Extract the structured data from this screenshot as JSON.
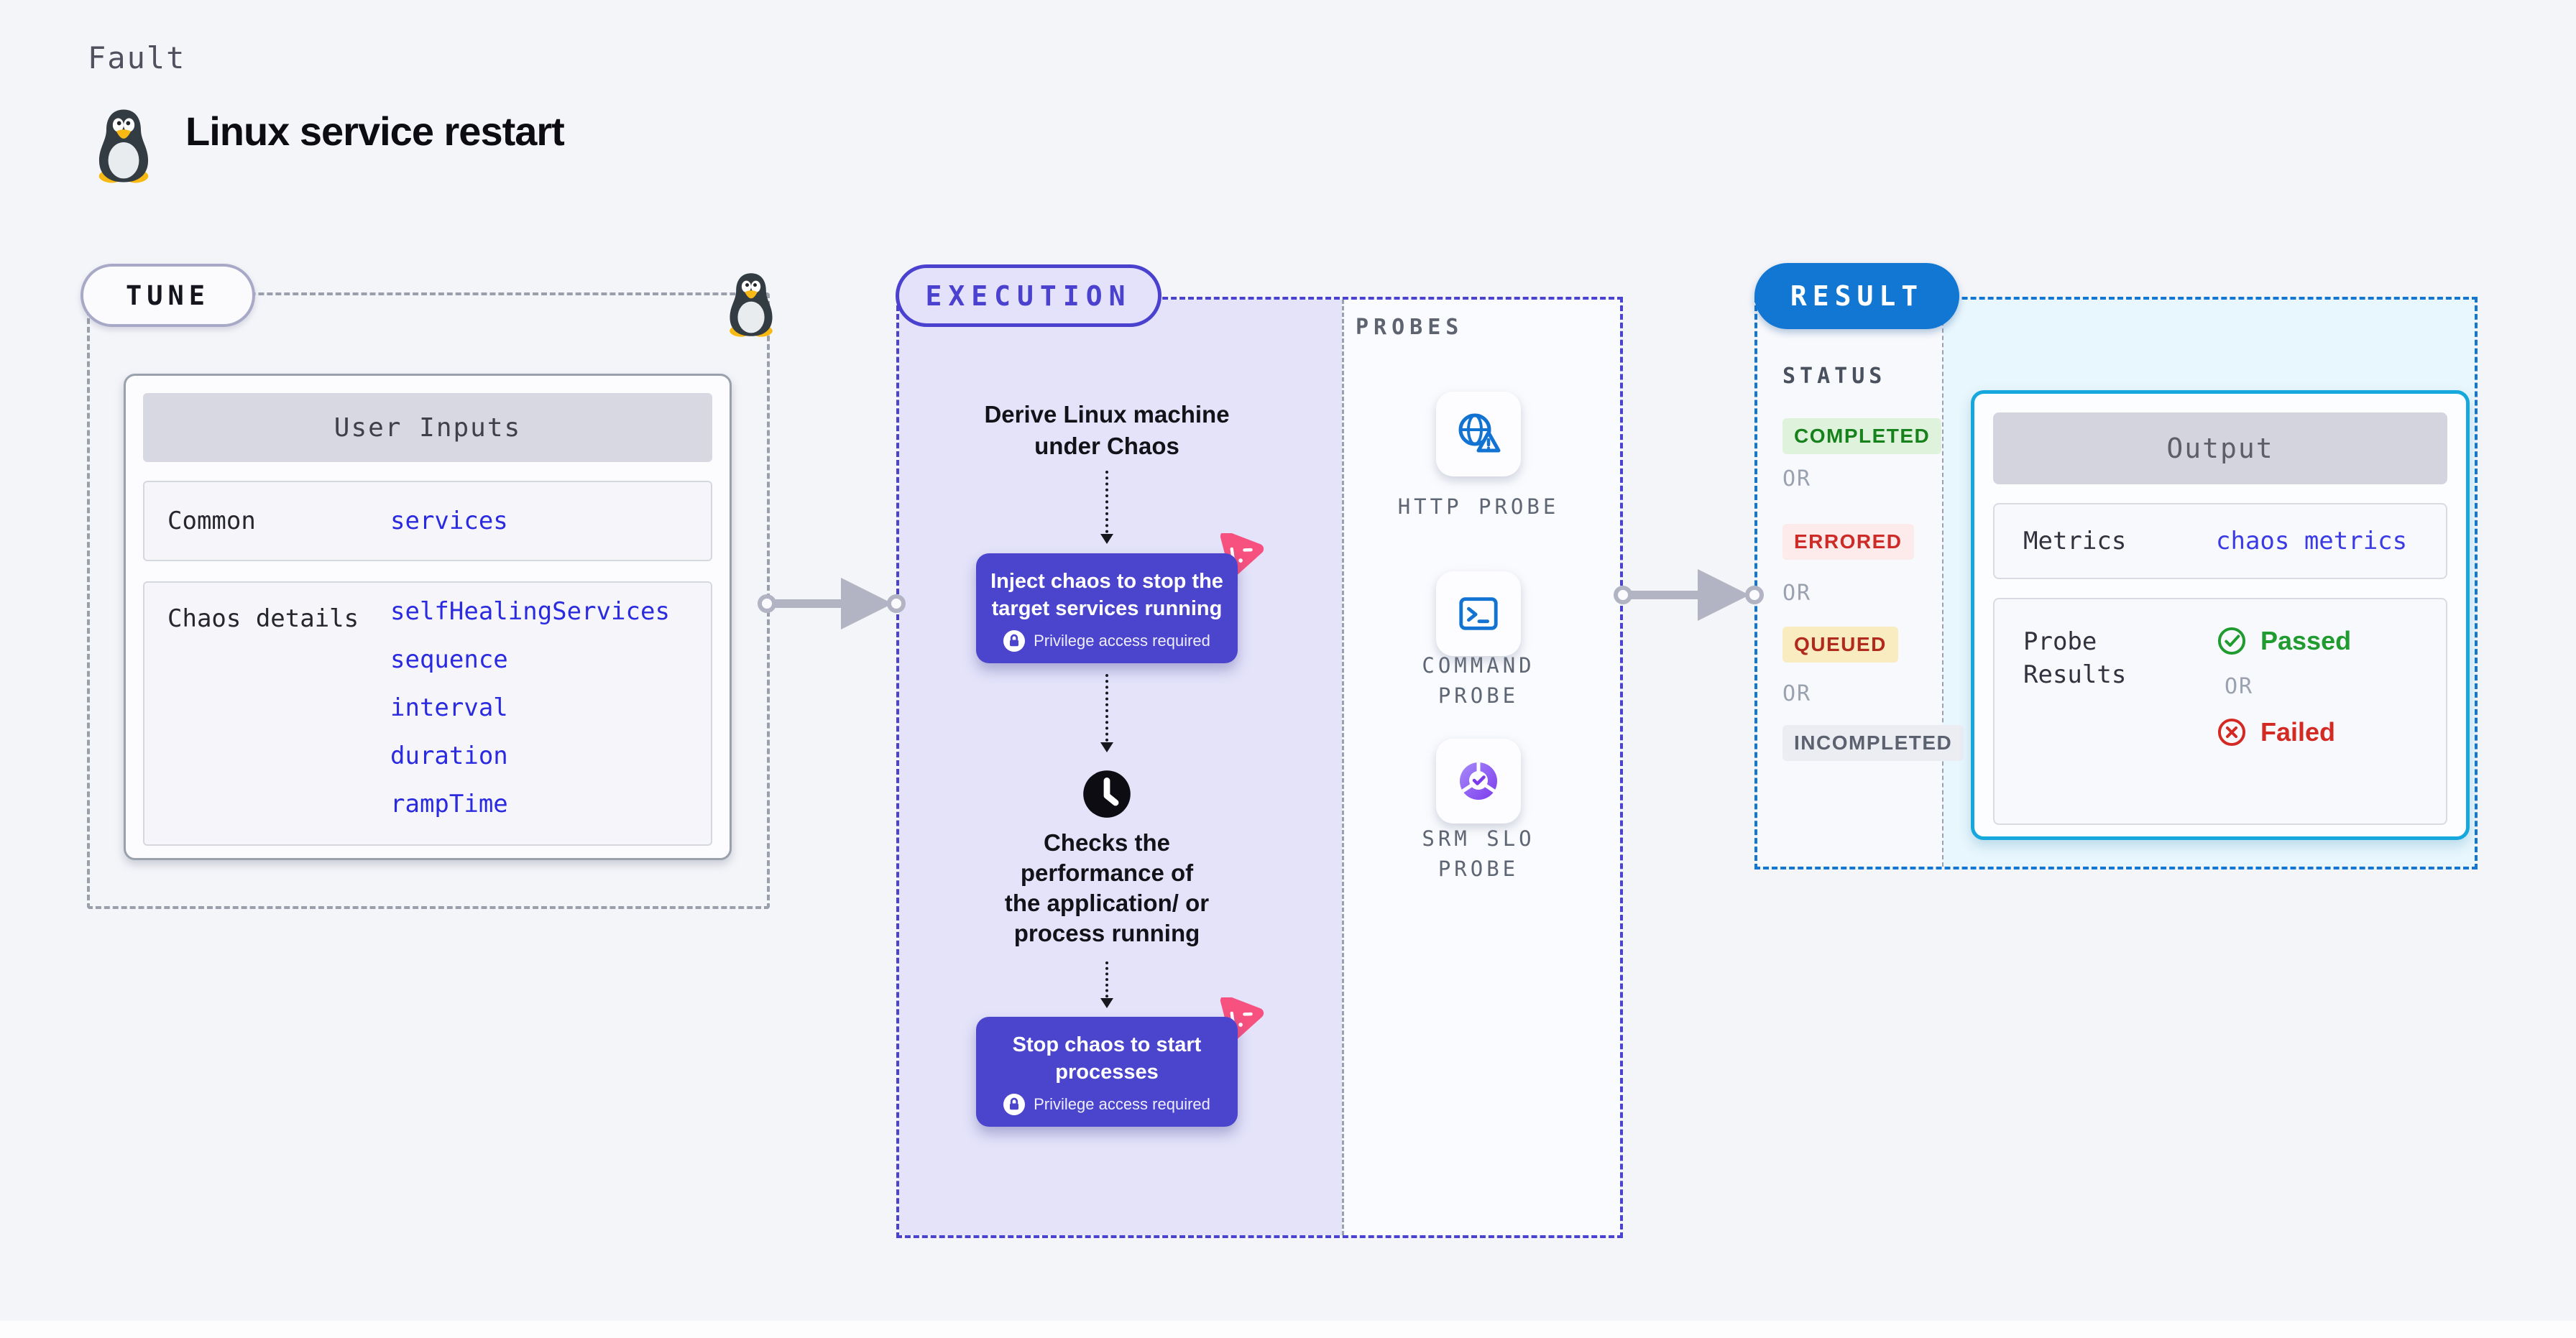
{
  "header": {
    "kicker": "Fault",
    "title": "Linux service restart"
  },
  "colors": {
    "accent_indigo": "#4b44cd",
    "result_blue": "#1277d3",
    "output_cyan": "#16a8dc",
    "link_blue": "#2a2ae0",
    "success_green": "#1f9b30",
    "fail_red": "#d32a24",
    "chaos_pink": "#f6517f",
    "probe_icon_blue": "#1273d2"
  },
  "icons": {
    "tux": "linux-penguin",
    "lock": "lock-in-circle",
    "clock": "clock-filled",
    "http_probe": "globe-with-warning",
    "command_probe": "terminal",
    "srm_slo_probe": "pie-with-check",
    "chaos_badge": "pink-chaos-triangle",
    "passed": "circle-check",
    "failed": "circle-x"
  },
  "tune": {
    "pill": "TUNE",
    "user_inputs": {
      "title": "User Inputs",
      "rows": [
        {
          "label": "Common",
          "links": [
            "services"
          ]
        },
        {
          "label": "Chaos details",
          "links": [
            "selfHealingServices",
            "sequence",
            "interval",
            "duration",
            "rampTime"
          ]
        }
      ]
    }
  },
  "execution": {
    "pill": "EXECUTION",
    "derive": {
      "l1": "Derive Linux machine",
      "l2": "under Chaos"
    },
    "inject": {
      "l1": "Inject chaos to stop the",
      "l2": "target services running",
      "privilege": "Privilege access required"
    },
    "checks": {
      "l1": "Checks the",
      "l2": "performance of",
      "l3": "the application/ or",
      "l4": "process running"
    },
    "stop": {
      "l1": "Stop chaos to start",
      "l2": "processes",
      "privilege": "Privilege access required"
    }
  },
  "probes": {
    "heading": "PROBES",
    "items": [
      {
        "name": "http-probe",
        "l1": "HTTP PROBE",
        "l2": ""
      },
      {
        "name": "command-probe",
        "l1": "COMMAND",
        "l2": "PROBE"
      },
      {
        "name": "srm-slo-probe",
        "l1": "SRM SLO",
        "l2": "PROBE"
      }
    ]
  },
  "result": {
    "pill": "RESULT",
    "status": {
      "heading": "STATUS",
      "sequence": [
        {
          "label": "COMPLETED",
          "kind": "success"
        },
        {
          "label": "OR",
          "kind": "or"
        },
        {
          "label": "ERRORED",
          "kind": "error"
        },
        {
          "label": "OR",
          "kind": "or"
        },
        {
          "label": "QUEUED",
          "kind": "queued"
        },
        {
          "label": "OR",
          "kind": "or"
        },
        {
          "label": "INCOMPLETED",
          "kind": "incomplete"
        }
      ]
    },
    "output": {
      "title": "Output",
      "metrics": {
        "label": "Metrics",
        "value": "chaos metrics"
      },
      "probe_results": {
        "label_l1": "Probe",
        "label_l2": "Results",
        "passed": "Passed",
        "or": "OR",
        "failed": "Failed"
      }
    }
  }
}
